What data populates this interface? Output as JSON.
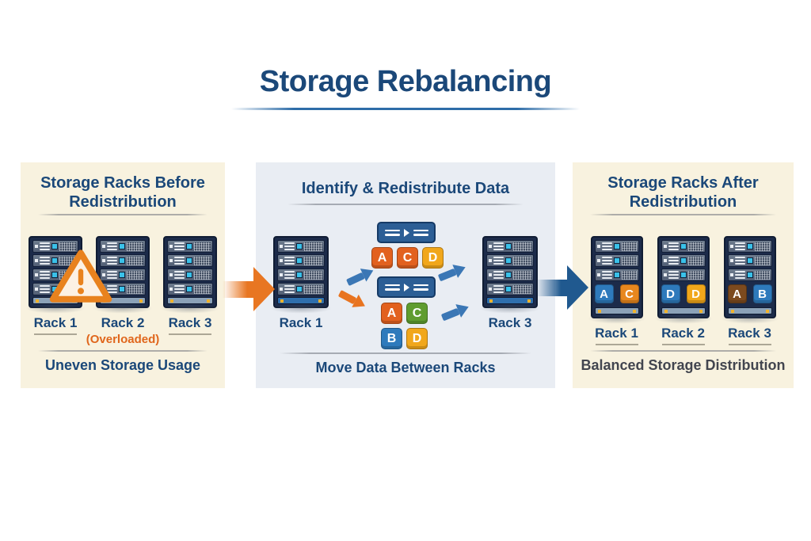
{
  "header": {
    "title": "Storage Rebalancing"
  },
  "panel_before": {
    "title_line1": "Storage Racks Before",
    "title_line2": "Redistribution",
    "racks": [
      {
        "label": "Rack 1"
      },
      {
        "label": "Rack 2",
        "sublabel": "(Overloaded)"
      },
      {
        "label": "Rack 3"
      }
    ],
    "warning_icon": "exclamation-triangle",
    "caption": "Uneven Storage Usage"
  },
  "panel_identify": {
    "title": "Identify & Redistribute Data",
    "left_rack_label": "Rack 1",
    "right_rack_label": "Rack 3",
    "top_group_blocks": [
      {
        "letter": "A",
        "color": "#e2611f"
      },
      {
        "letter": "C",
        "color": "#e2611f"
      },
      {
        "letter": "D",
        "color": "#f1a71b"
      }
    ],
    "bottom_group_blocks": [
      {
        "letter": "A",
        "color": "#e2611f"
      },
      {
        "letter": "C",
        "color": "#5f9c2f"
      },
      {
        "letter": "B",
        "color": "#2e7abc"
      },
      {
        "letter": "D",
        "color": "#f1a71b"
      }
    ],
    "caption": "Move Data Between Racks"
  },
  "panel_after": {
    "title_line1": "Storage Racks After",
    "title_line2": "Redistribution",
    "racks": [
      {
        "label": "Rack 1",
        "blocks": [
          {
            "letter": "A",
            "color": "#2e7abc"
          },
          {
            "letter": "C",
            "color": "#e8871e"
          }
        ]
      },
      {
        "label": "Rack 2",
        "blocks": [
          {
            "letter": "D",
            "color": "#2e7abc"
          },
          {
            "letter": "D",
            "color": "#f1a71b"
          }
        ]
      },
      {
        "label": "Rack 3",
        "blocks": [
          {
            "letter": "A",
            "color": "#7c4a1e"
          },
          {
            "letter": "B",
            "color": "#2e7abc"
          }
        ]
      }
    ],
    "caption": "Balanced Storage Distribution"
  },
  "colors": {
    "title_blue": "#1b4879",
    "underline_blue": "#2e6da8",
    "panel_cream": "#f8f2df",
    "panel_bluegray": "#e9edf3",
    "warning_orange": "#e8821e",
    "overloaded_orange": "#e0661c",
    "arrow_orange": "#e87622",
    "arrow_blue_dark": "#20598f",
    "arrow_blue_small": "#3b77b5",
    "after_caption_gray": "#42454f",
    "rack_frame_navy": "#1c2b4a",
    "led_cyan": "#3ac1e9"
  }
}
